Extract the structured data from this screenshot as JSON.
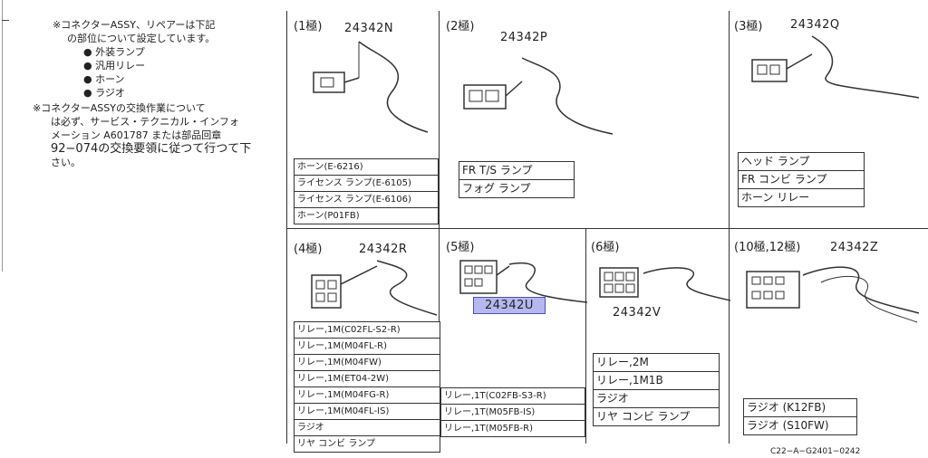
{
  "notes": {
    "note1_head": "※コネクターASSY、リペアーは下記",
    "note1_sub": "の部位について設定しています。",
    "note1_items": [
      "● 外装ランプ",
      "● 汎用リレー",
      "● ホーン",
      "● ラジオ"
    ],
    "note2_lines": [
      "※コネクターASSYの交換作業について",
      "は必ず、サービス・テクニカル・インフォ",
      "メーション A601787 または部品回章",
      "92−074の交換要領に従つて行つて下",
      "さい。"
    ]
  },
  "cells": [
    {
      "title": "(1極)",
      "part": "24342N",
      "labels": [
        "ホーン(E-6216)",
        "ライセンス ランプ(E-6105)",
        "ライセンス ランプ(E-6106)",
        "ホーン(P01FB)"
      ]
    },
    {
      "title": "(2極)",
      "part": "24342P",
      "labels": [
        "FR T/S ランプ",
        "フォグ ランプ"
      ]
    },
    {
      "title": "(3極)",
      "part": "24342Q",
      "labels": [
        "ヘッド ランプ",
        "FR コンビ ランプ",
        "ホーン リレー"
      ]
    },
    {
      "title": "(4極)",
      "part": "24342R",
      "labels": [
        "リレー,1M(C02FL-S2-R)",
        "リレー,1M(M04FL-R)",
        "リレー,1M(M04FW)",
        "リレー,1M(ET04-2W)",
        "リレー,1M(M04FG-R)",
        "リレー,1M(M04FL-IS)",
        "ラジオ",
        "リヤ コンビ ランプ"
      ]
    },
    {
      "title": "(5極)",
      "part": "24342U",
      "labels": [
        "リレー,1T(C02FB-S3-R)",
        "リレー,1T(M05FB-IS)",
        "リレー,1T(M05FB-R)"
      ]
    },
    {
      "title": "(6極)",
      "part": "24342V",
      "labels": [
        "リレー,2M",
        "リレー,1M1B",
        "ラジオ",
        "リヤ コンビ ランプ"
      ]
    },
    {
      "title": "(10極,12極)",
      "part": "24342Z",
      "labels": [
        "ラジオ (K12FB)",
        "ラジオ (S10FW)"
      ]
    }
  ],
  "footer_code": "C22−A−G2401−0242"
}
